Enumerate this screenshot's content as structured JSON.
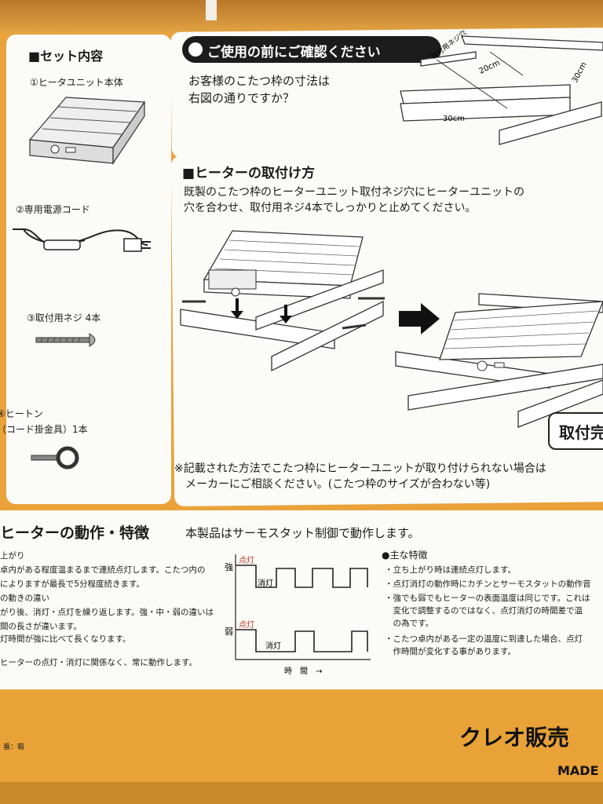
{
  "set_contents": {
    "heading": "■セット内容",
    "item1": "①ヒータユニット本体",
    "item2": "②専用電源コード",
    "item3": "③取付用ネジ 4本",
    "item4a": "④ヒートン",
    "item4b": "（コード掛金具）1本"
  },
  "check": {
    "heading": "ご使用の前にご確認ください",
    "line1": "お客様のこたつ枠の寸法は",
    "line2": "右図の通りですか？",
    "screw_label": "取付用ネジ穴",
    "dim_20": "20cm",
    "dim_30a": "30cm",
    "dim_30b": "30cm"
  },
  "mount": {
    "heading": "■ヒーターの取付け方",
    "line1": "既製のこたつ枠のヒーターユニット取付ネジ穴にヒーターユニットの",
    "line2": "穴を合わせ、取付用ネジ4本でしっかりと止めてください。",
    "badge": "取付完",
    "note1": "※記載された方法でこたつ枠にヒーターユニットが取り付けられない場合は",
    "note2": "メーカーにご相談ください。(こたつ枠のサイズが合わない等)"
  },
  "features": {
    "heading": "ヒーターの動作・特徴",
    "subheading": "本製品はサーモスタット制御で動作します。",
    "left1": "上がり",
    "left2": "卓内がある程度温まるまで連続点灯します。こたつ内の",
    "left3": "によりますが最長で5分程度続きます。",
    "left4": "の動きの違い",
    "left5": "がり後、消灯・点灯を繰り返します。強・中・弱の違いは",
    "left6": "間の長さが違います。",
    "left7": "灯時間が強に比べて長くなります。",
    "left8": "ヒーターの点灯・消灯に関係なく、常に動作します。",
    "graph_strong": "強",
    "graph_weak": "弱",
    "graph_on1": "点灯",
    "graph_off1": "消灯",
    "graph_on2": "点灯",
    "graph_off2": "消灯",
    "graph_time": "時　間　→",
    "main_heading": "●主な特徴",
    "right1": "・立ち上がり時は連続点灯します。",
    "right2": "・点灯消灯の動作時にカチンとサーモスタットの動作音",
    "right3": "・強でも弱でもヒーターの表面温度は同じです。これは",
    "right4": "　変化で調整するのではなく、点灯消灯の時間差で温",
    "right5": "　の為です。",
    "right6": "・こたつ卓内がある一定の温度に到達した場合、点灯",
    "right7": "　作時間が変化する事があります。"
  },
  "footer": {
    "brand": "クレオ販売",
    "made": "MADE",
    "mark": "番：箱"
  },
  "colors": {
    "box_orange": "#e9a33a",
    "panel_white": "#fbfbf8",
    "label_red": "#c0392b"
  }
}
